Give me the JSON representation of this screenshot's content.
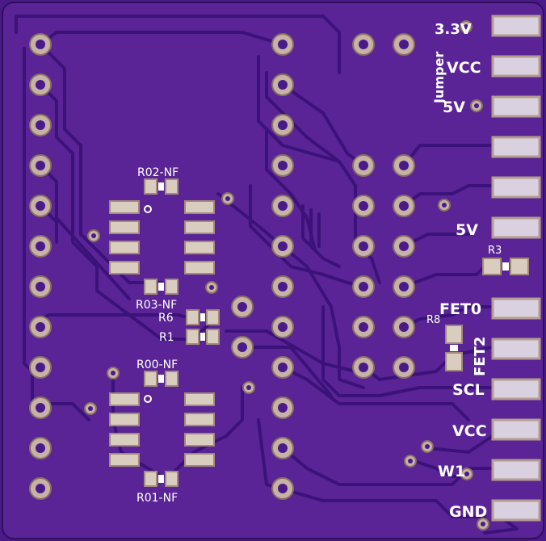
{
  "board": {
    "labels": {
      "v33": "3.3V",
      "jumper": "Jumper",
      "vcc_top": "VCC",
      "v5_top": "5V",
      "v5_mid": "5V",
      "r3": "R3",
      "fet0": "FET0",
      "r8": "R8",
      "fet2": "FET2",
      "scl": "SCL",
      "vcc_bottom": "VCC",
      "w1": "W1",
      "gnd": "GND",
      "r02": "R02-NF",
      "r03": "R03-NF",
      "r6": "R6",
      "r1": "R1",
      "r00": "R00-NF",
      "r01": "R01-NF"
    }
  }
}
